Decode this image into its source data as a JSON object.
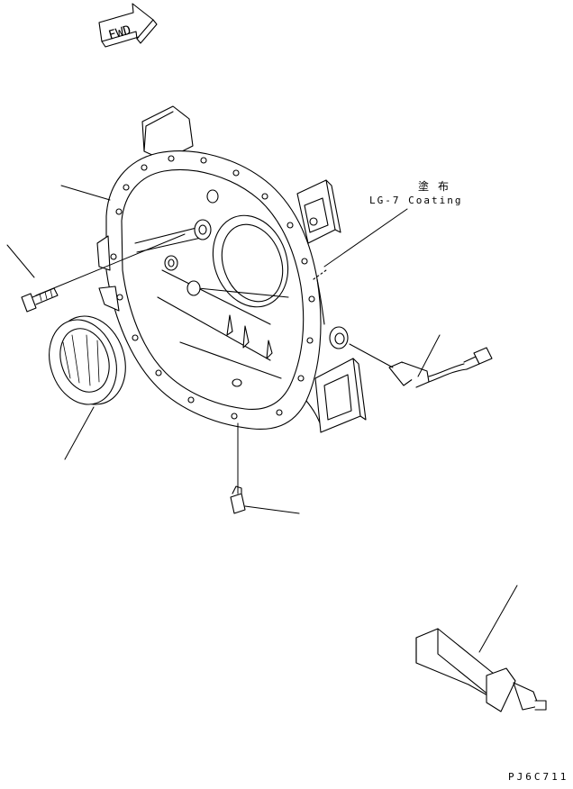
{
  "direction_arrow": {
    "label": "FWD"
  },
  "annotations": {
    "coating_jp": "塗布",
    "coating_en": "LG-7 Coating"
  },
  "drawing_code": "PJ6C711",
  "style": {
    "line_color": "#000000",
    "background": "#ffffff"
  }
}
